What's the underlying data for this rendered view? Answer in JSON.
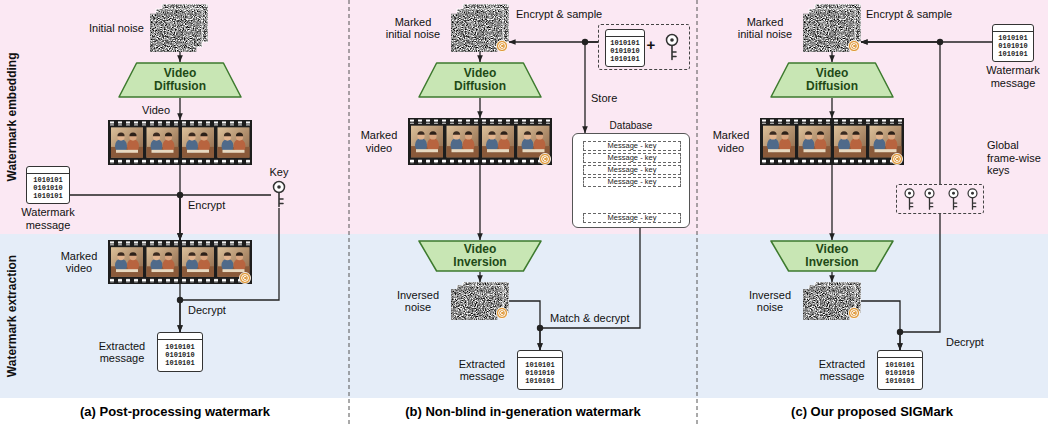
{
  "diagram": {
    "nodes": [
      {
        "text": [
          "Watermark embedding"
        ]
      },
      {
        "text": [
          "Watermark extraction"
        ]
      },
      {
        "text": [
          "Initial noise"
        ],
        "in": 0
      },
      {
        "text": [
          "Video Diffusion"
        ],
        "in": 0
      },
      {
        "text": [
          "Video"
        ],
        "in": 0
      },
      {
        "text": [
          "1010101 0101010 1010101",
          "Watermark message"
        ],
        "in": 0
      },
      {
        "text": [
          "Key"
        ],
        "in": 0
      },
      {
        "text": [
          "Marked video"
        ],
        "in": 1
      },
      {
        "text": [
          "1010101 0101010 1010101",
          "Extracted message"
        ],
        "in": 1
      },
      {
        "text": [
          "Marked initial noise"
        ],
        "in": 0
      },
      {
        "text": [
          "+"
        ],
        "in": 0
      },
      {
        "text": [
          "1010101 0101010 1010101"
        ],
        "in": 10
      },
      {
        "text": [
          "Video Diffusion"
        ],
        "in": 0
      },
      {
        "text": [
          "Database"
        ],
        "in": 0
      },
      {
        "text": [
          "Message - key"
        ],
        "in": 13
      },
      {
        "text": [
          "Message - key"
        ],
        "in": 13
      },
      {
        "text": [
          "Message - key"
        ],
        "in": 13
      },
      {
        "text": [
          "Message - key"
        ],
        "in": 13
      },
      {
        "text": [
          "Message - key"
        ],
        "in": 13
      },
      {
        "text": [
          "Marked video"
        ],
        "in": 0
      },
      {
        "text": [
          "Video Inversion"
        ],
        "in": 1
      },
      {
        "text": [
          "Inversed noise"
        ],
        "in": 1
      },
      {
        "text": [
          "1010101 0101010 1010101",
          "Extracted message"
        ],
        "in": 1
      },
      {
        "text": [
          "Marked initial noise"
        ],
        "in": 0
      },
      {
        "text": [
          "1010101 0101010 1010101",
          "Watermark message"
        ],
        "in": 0
      },
      {
        "text": [
          "Video Diffusion"
        ],
        "in": 0
      },
      {
        "text": [
          "Global frame-wise keys"
        ],
        "in": 0
      },
      {
        "text": [
          "Marked video"
        ],
        "in": 0
      },
      {
        "text": [
          "Video Inversion"
        ],
        "in": 1
      },
      {
        "text": [
          "Inversed noise"
        ],
        "in": 1
      },
      {
        "text": [
          "1010101 0101010 1010101",
          "Extracted message"
        ],
        "in": 1
      }
    ],
    "edges": [
      {
        "from": 2,
        "to": 3,
        "arrow": "to"
      },
      {
        "from": 3,
        "to": 4,
        "arrow": "to"
      },
      {
        "from": 4,
        "to": 7,
        "arrow": "to"
      },
      {
        "from": 5,
        "to": 7,
        "arrow": "to"
      },
      {
        "from": 6,
        "to": 7,
        "arrow": "to"
      },
      {
        "from": 7,
        "to": 8,
        "arrow": "to"
      },
      {
        "from": 6,
        "to": 8,
        "arrow": "to"
      },
      {
        "from": 10,
        "to": 9,
        "label": "Encrypt & sample",
        "arrow": "to"
      },
      {
        "from": 10,
        "to": 13,
        "label": "Store",
        "arrow": "to"
      },
      {
        "from": 9,
        "to": 12,
        "arrow": "to"
      },
      {
        "from": 12,
        "to": 19,
        "arrow": "to"
      },
      {
        "from": 19,
        "to": 20,
        "arrow": "to"
      },
      {
        "from": 20,
        "to": 21,
        "arrow": "to"
      },
      {
        "from": 21,
        "to": 22,
        "arrow": "to"
      },
      {
        "from": 13,
        "to": 22,
        "label": "Match & decrypt",
        "arrow": "to"
      },
      {
        "from": 24,
        "to": 23,
        "label": "Encrypt & sample",
        "arrow": "to"
      },
      {
        "from": 26,
        "to": 23,
        "arrow": "to"
      },
      {
        "from": 23,
        "to": 25,
        "arrow": "to"
      },
      {
        "from": 25,
        "to": 27,
        "arrow": "to"
      },
      {
        "from": 27,
        "to": 28,
        "arrow": "to"
      },
      {
        "from": 28,
        "to": 29,
        "arrow": "to"
      },
      {
        "from": 29,
        "to": 30,
        "arrow": "to"
      },
      {
        "from": 26,
        "to": 30,
        "arrow": "to"
      }
    ],
    "labels": [
      "Encrypt",
      "Decrypt",
      "Decrypt",
      "(a) Post-processing watermark",
      "(b) Non-blind in-generation watermark",
      "(c) Our proposed SIGMark"
    ]
  }
}
